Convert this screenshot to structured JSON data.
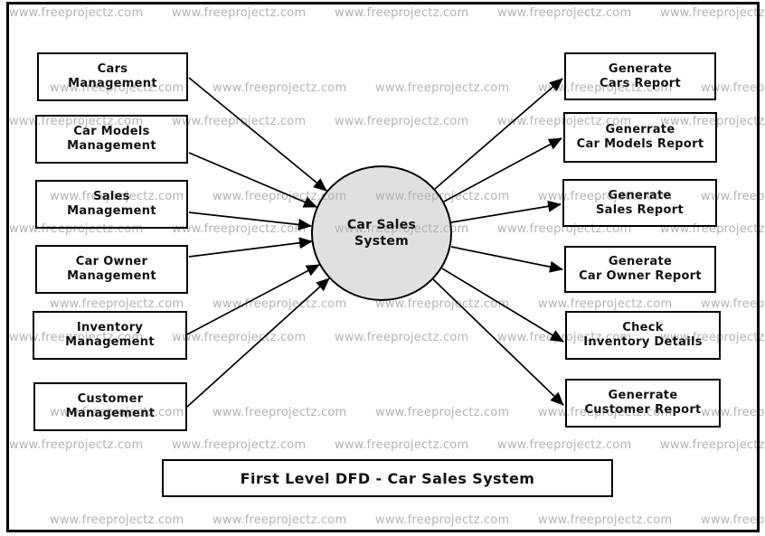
{
  "diagram": {
    "title": "First Level DFD - Car Sales System",
    "process": {
      "line1": "Car Sales",
      "line2": "System"
    },
    "external_entities": [
      {
        "line1": "Cars",
        "line2": "Management"
      },
      {
        "line1": "Car Models",
        "line2": "Management"
      },
      {
        "line1": "Sales",
        "line2": "Management"
      },
      {
        "line1": "Car Owner",
        "line2": "Management"
      },
      {
        "line1": "Inventory",
        "line2": "Management"
      },
      {
        "line1": "Customer",
        "line2": "Management"
      }
    ],
    "outputs": [
      {
        "line1": "Generate",
        "line2": "Cars Report"
      },
      {
        "line1": "Generrate",
        "line2": "Car Models Report"
      },
      {
        "line1": "Generate",
        "line2": "Sales Report"
      },
      {
        "line1": "Generate",
        "line2": "Car Owner Report"
      },
      {
        "line1": "Check",
        "line2": "Inventory Details"
      },
      {
        "line1": "Generrate",
        "line2": "Customer Report"
      }
    ]
  },
  "watermark": {
    "text": "www.freeprojectz.com",
    "color": "#b3b3b3"
  },
  "colors": {
    "process_fill": "#e0e0e0",
    "line": "#000000",
    "box_fill": "#ffffff",
    "background": "#ffffff"
  }
}
